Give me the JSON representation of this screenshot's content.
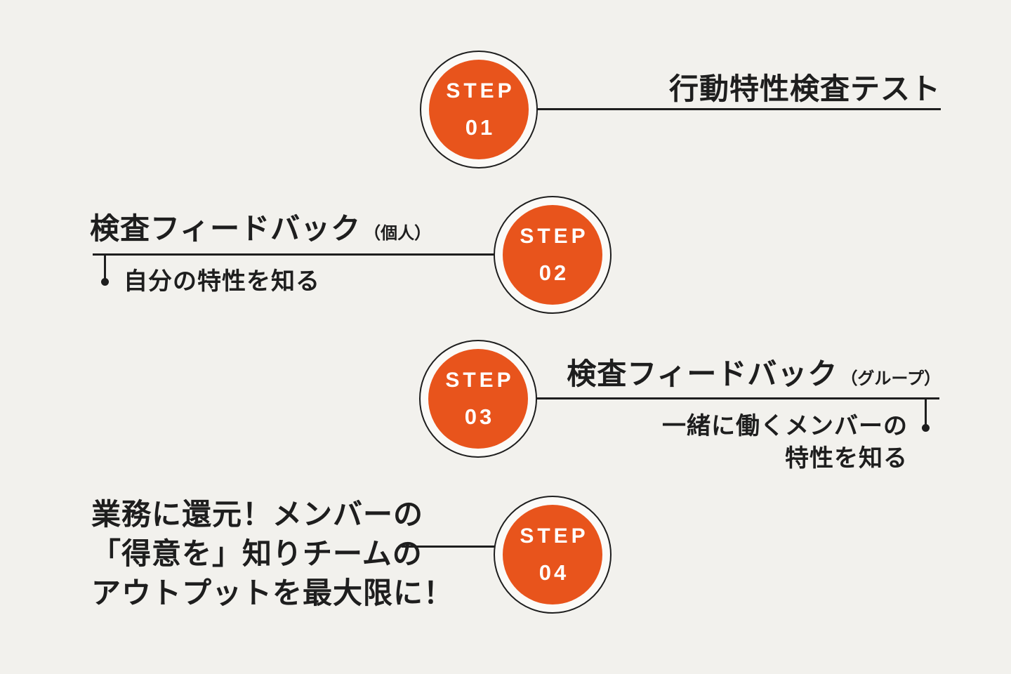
{
  "colors": {
    "background": "#F2F1ED",
    "accent_orange": "#E8541C",
    "ink_black": "#1E1E1E",
    "ring_white": "#FBFAF7",
    "badge_text": "#FFFFFF"
  },
  "steps": [
    {
      "badge_label": "STEP",
      "badge_number": "01",
      "title": "行動特性検査テスト"
    },
    {
      "badge_label": "STEP",
      "badge_number": "02",
      "title": "検査フィードバック",
      "title_note": "（個人）",
      "detail": "自分の特性を知る"
    },
    {
      "badge_label": "STEP",
      "badge_number": "03",
      "title": "検査フィードバック",
      "title_note": "（グループ）",
      "detail_line1": "一緒に働くメンバーの",
      "detail_line2": "特性を知る"
    },
    {
      "badge_label": "STEP",
      "badge_number": "04",
      "description_line1": "業務に還元！メンバーの",
      "description_line2": "「得意を」知りチームの",
      "description_line3": "アウトプットを最大限に！"
    }
  ]
}
